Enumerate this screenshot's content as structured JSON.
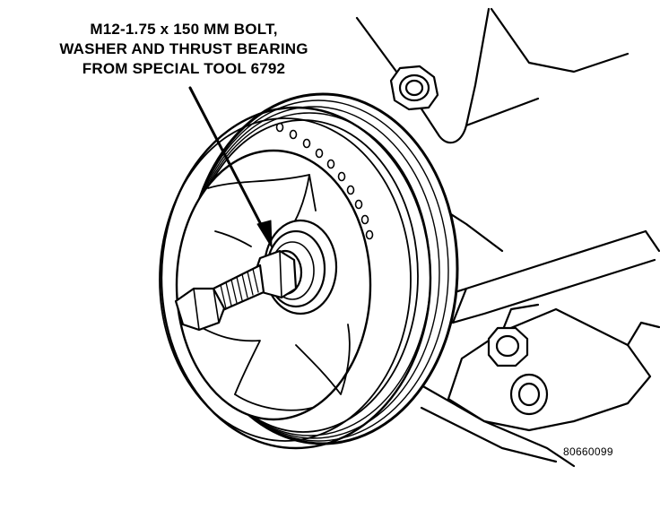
{
  "callout": {
    "line1": "M12-1.75 x 150 MM BOLT,",
    "line2": "WASHER AND THRUST BEARING",
    "line3": "FROM SPECIAL TOOL 6792"
  },
  "figure_id": "80660099",
  "colors": {
    "ink": "#000000",
    "paper": "#ffffff"
  }
}
